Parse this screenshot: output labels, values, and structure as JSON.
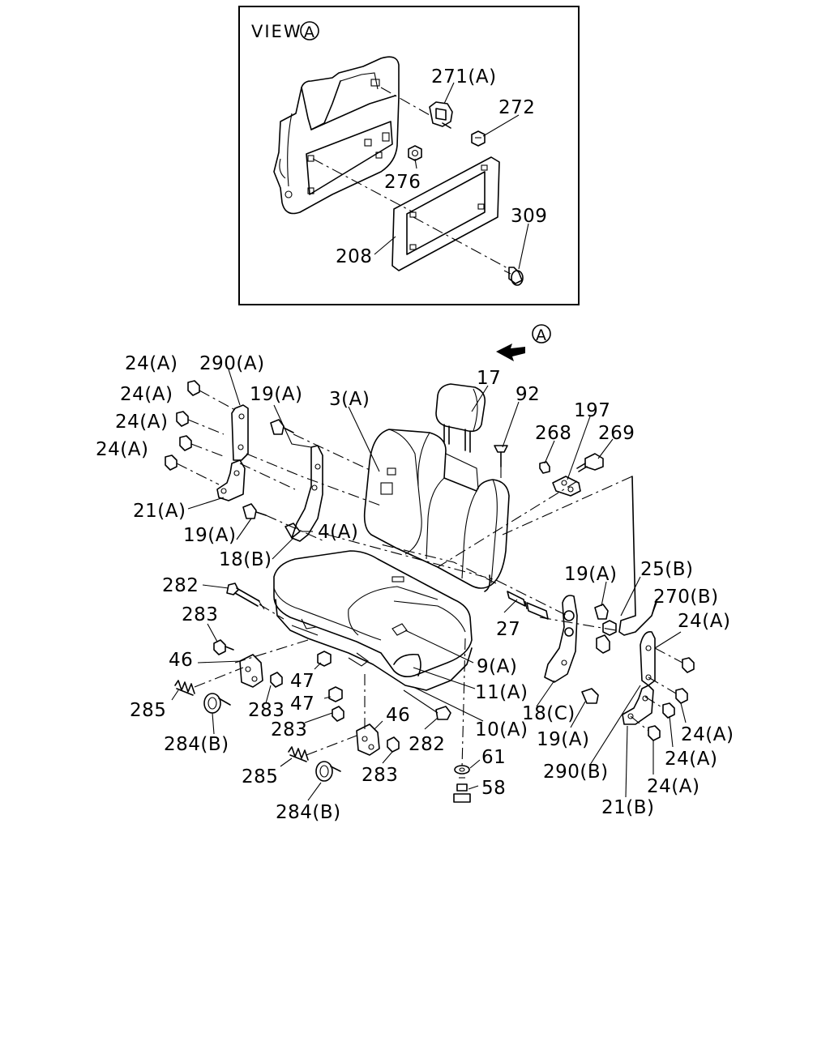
{
  "view_title": "VIEW",
  "view_marker": "A",
  "arrow_marker": "A",
  "labels": {
    "l271A": "271(A)",
    "l272": "272",
    "l276": "276",
    "l309": "309",
    "l208": "208",
    "l17": "17",
    "l92": "92",
    "l197": "197",
    "l268": "268",
    "l269": "269",
    "l24A_1": "24(A)",
    "l290A": "290(A)",
    "l24A_2": "24(A)",
    "l19A_1": "19(A)",
    "l3A": "3(A)",
    "l24A_3": "24(A)",
    "l24A_4": "24(A)",
    "l21A": "21(A)",
    "l19A_2": "19(A)",
    "l4A": "4(A)",
    "l18B": "18(B)",
    "l282_1": "282",
    "l25B": "25(B)",
    "l19A_3": "19(A)",
    "l270B": "270(B)",
    "l283_1": "283",
    "l27": "27",
    "l24A_5": "24(A)",
    "l46_1": "46",
    "l47_1": "47",
    "l9A": "9(A)",
    "l11A": "11(A)",
    "l285_1": "285",
    "l283_2": "283",
    "l47_2": "47",
    "l18C": "18(C)",
    "l284B_1": "284(B)",
    "l283_3": "283",
    "l46_2": "46",
    "l10A": "10(A)",
    "l282_2": "282",
    "l19A_4": "19(A)",
    "l24A_6": "24(A)",
    "l24A_7": "24(A)",
    "l61": "61",
    "l285_2": "285",
    "l283_4": "283",
    "l290B": "290(B)",
    "l58": "58",
    "l24A_8": "24(A)",
    "l284B_2": "284(B)",
    "l21B": "21(B)"
  }
}
